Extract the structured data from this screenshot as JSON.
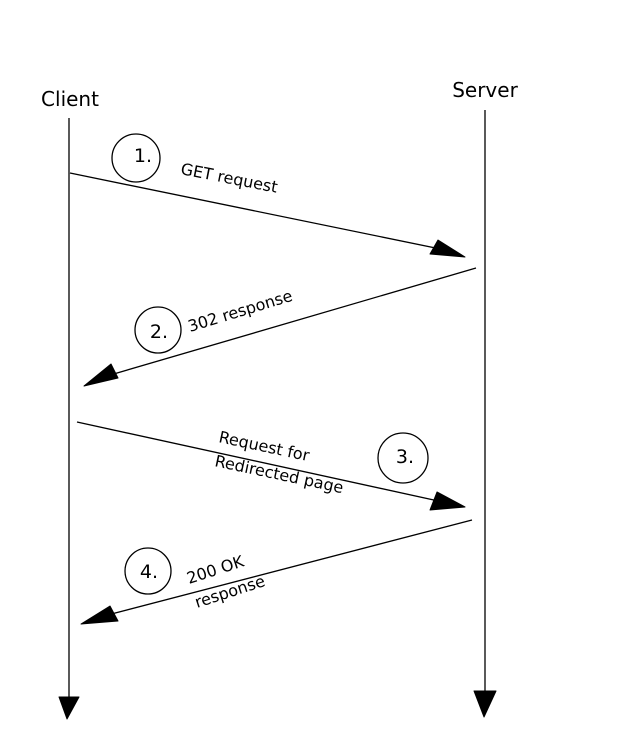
{
  "actors": {
    "client": "Client",
    "server": "Server"
  },
  "messages": [
    {
      "number": "1.",
      "label_lines": [
        "GET request"
      ]
    },
    {
      "number": "2.",
      "label_lines": [
        "302 response"
      ]
    },
    {
      "number": "3.",
      "label_lines": [
        "Request for",
        "Redirected page"
      ]
    },
    {
      "number": "4.",
      "label_lines": [
        "200 OK",
        "response"
      ]
    }
  ]
}
